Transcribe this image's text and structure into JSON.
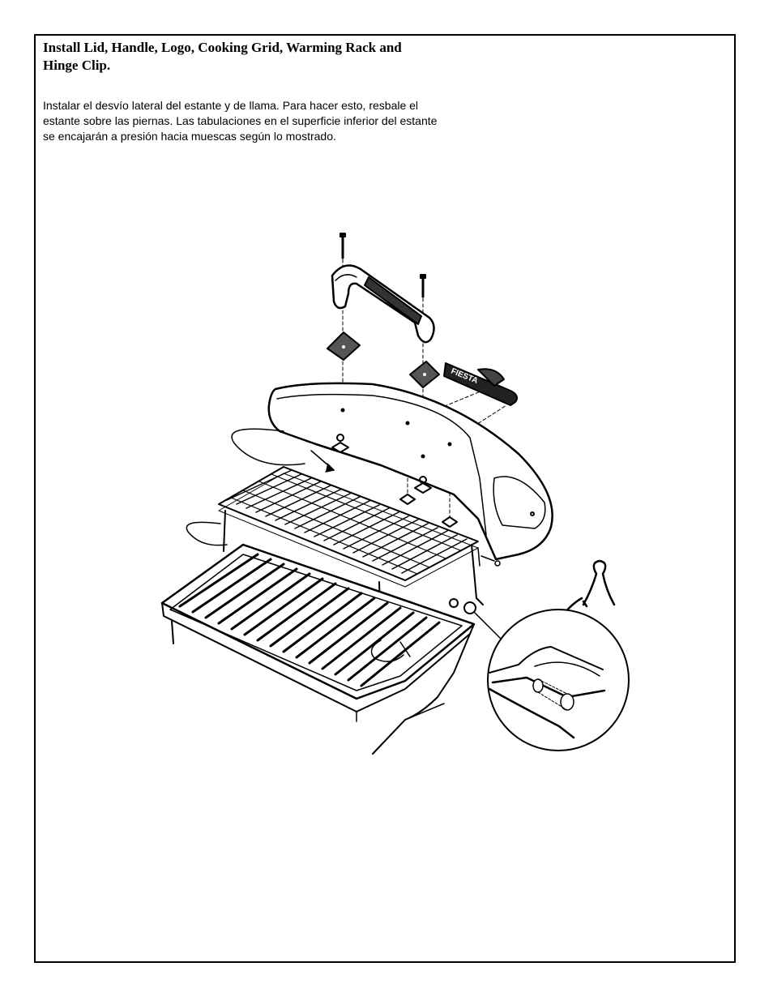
{
  "instructions": {
    "title": "Install Lid, Handle, Logo, Cooking Grid, Warming Rack and Hinge Clip.",
    "body": "Instalar el desvío lateral del estante y de llama. Para hacer esto, resbale el estante sobre las piernas. Las tabulaciones en el superficie inferior del estante se encajarán a presión hacia muescas según lo mostrado."
  },
  "logo_plate": {
    "brand_text": "FIESTA"
  }
}
